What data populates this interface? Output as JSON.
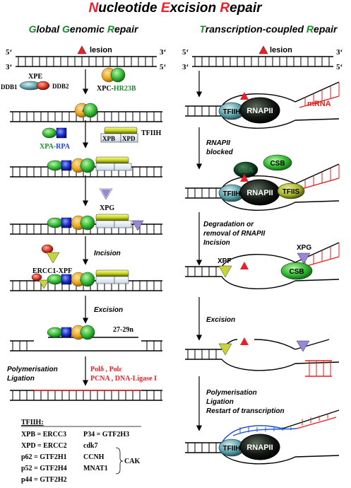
{
  "title": {
    "n": "N",
    "rest1": "ucleotide ",
    "e": "E",
    "rest2": "xcision ",
    "r": "R",
    "rest3": "epair"
  },
  "headers": {
    "ggr": {
      "g1": "G",
      "t1": "lobal ",
      "g2": "G",
      "t2": "enomic ",
      "r": "R",
      "t3": "epair"
    },
    "tcr": {
      "t": "T",
      "t1": "ranscription-coupled ",
      "r": "R",
      "t2": "epair"
    }
  },
  "strand_labels": {
    "five_prime": "5‘",
    "three_prime": "3‘"
  },
  "lesion_label": "lesion",
  "left": {
    "xpe": "XPE",
    "ddb1": "DDB1",
    "ddb2": "DDB2",
    "xpc": "XPC-",
    "hr23b": "HR23B",
    "xpa": "XPA-",
    "rpa": "RPA",
    "tfiih": "TFIIH",
    "xpb": "XPB",
    "xpd": "XPD",
    "xpg": "XPG",
    "ercc1": "ERCC1-XPF",
    "incision": "Incision",
    "excision": "Excision",
    "fragment": "27-29n",
    "polymerisation": "Polymerisation",
    "ligation": "Ligation",
    "enzymes1": "Polδ , Polε",
    "enzymes2": "PCNA , DNA-Ligase I"
  },
  "tfiih_table": {
    "heading": "TFIIH:",
    "rows": [
      "XPB = ERCC3",
      "XPD = ERCC2",
      "p62 = GTF2H1",
      "p52 = GTF2H4",
      "p44 = GTF2H2"
    ],
    "col2": [
      "P34 = GTF2H3",
      "cdk7",
      "CCNH",
      "MNAT1"
    ],
    "cak": "CAK"
  },
  "right": {
    "mrna": "mRNA",
    "tfiih": "TFIIH",
    "rnapii": "RNAPII",
    "blocked1": "RNAPII",
    "blocked2": "blocked",
    "csa": "CSA",
    "csb": "CSB",
    "tfiis": "TFIIS",
    "degradation1": "Degradation or",
    "degradation2": "removal of RNAPII",
    "degradation3": "Incision",
    "xpf": "XPF",
    "xpg": "XPG",
    "excision": "Excision",
    "poly1": "Polymerisation",
    "poly2": "Ligation",
    "poly3": "Restart of transcription"
  },
  "colors": {
    "red": "#e8202a",
    "green_text": "#1c8a2a",
    "blue_text": "#2244cc",
    "ball_green": "#2fb52f",
    "ball_orange": "#e8a21c",
    "xpa_blue": "#1c2cc8",
    "rna_red": "#e81c1c",
    "rna_blue": "#2255dd",
    "xpg_violet": "#9a86d8",
    "xpf_yellow": "#c8d43a"
  }
}
